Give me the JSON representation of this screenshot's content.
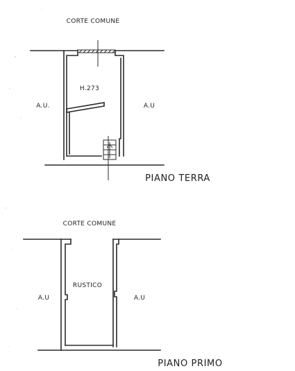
{
  "ground_floor": {
    "top_label": "CORTE COMUNE",
    "room_label": "H.273",
    "left_label": "A.U.",
    "right_label": "A.U",
    "floor_title": "PIANO TERRA"
  },
  "first_floor": {
    "top_label": "CORTE COMUNE",
    "room_label": "RUSTICO",
    "left_label": "A.U",
    "right_label": "A.U",
    "floor_title": "PIANO PRIMO"
  },
  "colors": {
    "line": "#2a2a2a",
    "background": "#ffffff"
  }
}
